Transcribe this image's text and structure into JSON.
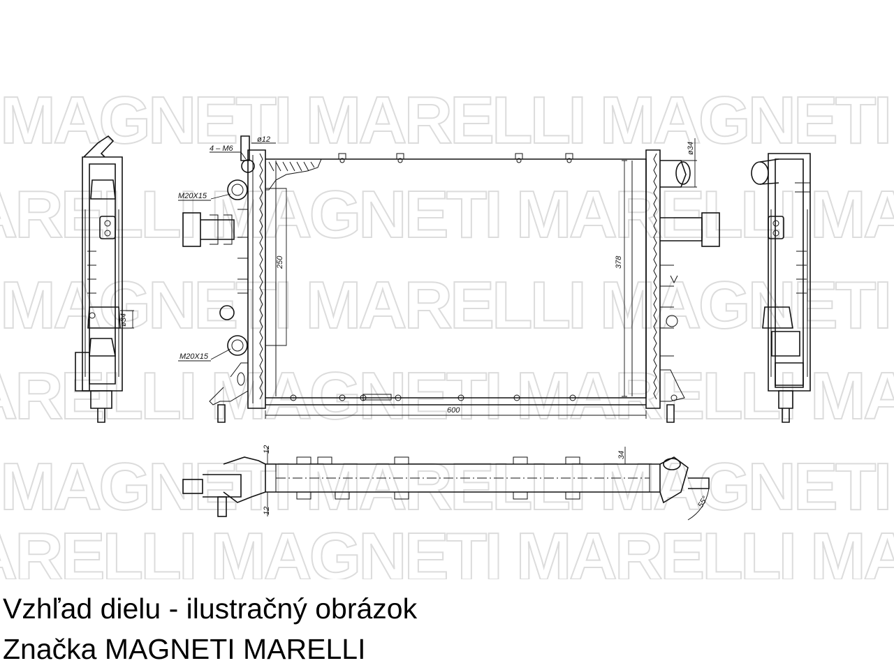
{
  "watermark": {
    "rows": [
      "MAGNETI MARELLI MAGNETI MARELLI MAGNETI MARELLI MAGNETI",
      "MARELLI MAGNETI MARELLI MAGNETI MARELLI MAGNETI MARELLI"
    ]
  },
  "dimensions": {
    "d12_top": "ø12",
    "d34_top": "ø34",
    "m6": "4 – M6",
    "m20_top": "M20X15",
    "m20_bottom": "M20X15",
    "h250": "250",
    "h378": "378",
    "w600": "600",
    "d34_left": "ø34",
    "side_12_a": "12",
    "side_12_b": "12",
    "side_34": "34",
    "angle": "55°"
  },
  "captions": {
    "line1": "Vzhľad dielu - ilustračný obrázok",
    "line2": "Značka MAGNETI MARELLI"
  }
}
